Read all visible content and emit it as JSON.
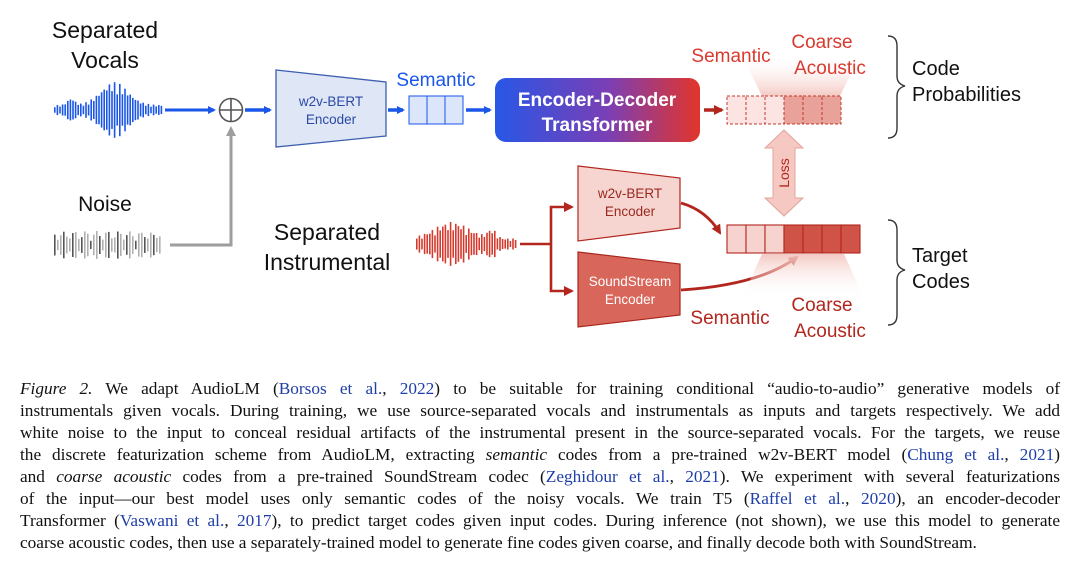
{
  "figure": {
    "vocals_label": [
      "Separated",
      "Vocals"
    ],
    "noise_label": "Noise",
    "instrumental_label": [
      "Separated",
      "Instrumental"
    ],
    "top_encoder_label": [
      "w2v-BERT",
      "Encoder"
    ],
    "top_semantic_label": "Semantic",
    "transformer_label": [
      "Encoder-Decoder",
      "Transformer"
    ],
    "out_semantic_label": "Semantic",
    "out_coarse_label": [
      "Coarse",
      "Acoustic"
    ],
    "code_probabilities_label": [
      "Code",
      "Probabilities"
    ],
    "loss_label": "Loss",
    "bottom_w2v_label": [
      "w2v-BERT",
      "Encoder"
    ],
    "soundstream_label": [
      "SoundStream",
      "Encoder"
    ],
    "target_semantic_label": "Semantic",
    "target_coarse_label": [
      "Coarse",
      "Acoustic"
    ],
    "target_codes_label": [
      "Target",
      "Codes"
    ],
    "colors": {
      "blue": "#1a56e8",
      "red_dark": "#b3261e",
      "red_light": "#f2c9c5",
      "gray": "#9e9e9e"
    }
  },
  "caption": {
    "l1_a": "Figure 2.",
    "l1_b": " We adapt AudioLM (",
    "l1_ref1": "Borsos et al.",
    "l1_c": ", ",
    "l1_ref2": "2022",
    "l1_d": ") to be suitable for training conditional “audio-to-audio” generative models of",
    "l2": "instrumentals given vocals. During training, we use source-separated vocals and instrumentals as inputs and targets respectively. We add",
    "l3": "white noise to the input to conceal residual artifacts of the instrumental present in the source-separated vocals. For the targets, we reuse",
    "l4_a": "the discrete featurization scheme from AudioLM, extracting ",
    "l4_em": "semantic",
    "l4_b": " codes from a pre-trained w2v-BERT model (",
    "l4_ref1": "Chung et al.",
    "l4_c": ", ",
    "l4_ref2": "2021",
    "l4_d": ")",
    "l5_a": "and ",
    "l5_em": "coarse acoustic",
    "l5_b": " codes from a pre-trained SoundStream codec (",
    "l5_ref1": "Zeghidour et al.",
    "l5_c": ", ",
    "l5_ref2": "2021",
    "l5_d": "). We experiment with several featurizations",
    "l6_a": "of the input—our best model uses only semantic codes of the noisy vocals. We train T5 (",
    "l6_ref1": "Raffel et al.",
    "l6_c": ", ",
    "l6_ref2": "2020",
    "l6_d": "), an encoder-decoder",
    "l7_a": "Transformer (",
    "l7_ref1": "Vaswani et al.",
    "l7_c": ", ",
    "l7_ref2": "2017",
    "l7_d": "), to predict target codes given input codes. During inference (not shown), we use this model to generate",
    "l8": "coarse acoustic codes, then use a separately-trained model to generate fine codes given coarse, and finally decode both with SoundStream."
  }
}
